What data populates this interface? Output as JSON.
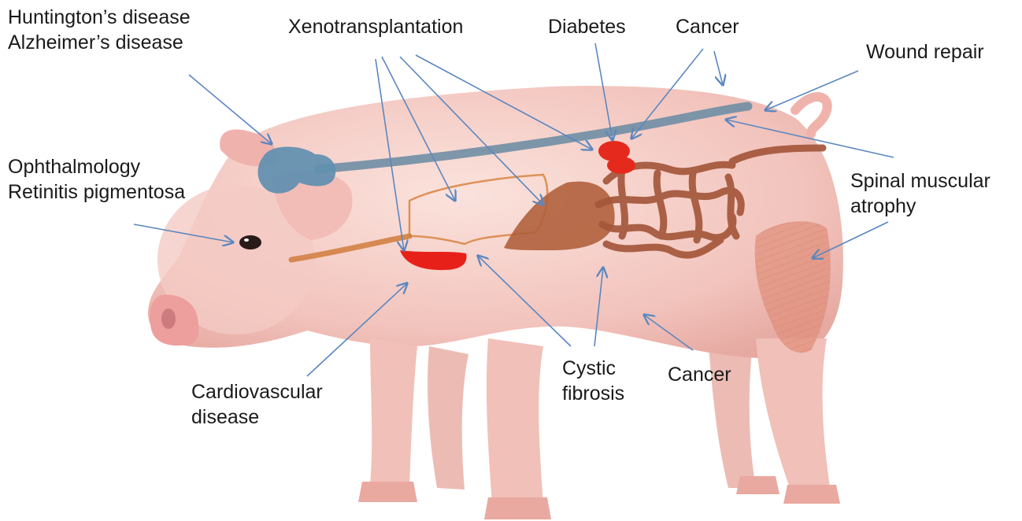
{
  "labels": {
    "neuro": {
      "line1": "Huntington’s disease",
      "line2": "Alzheimer’s disease"
    },
    "xeno": "Xenotransplantation",
    "diabetes": "Diabetes",
    "cancer_top": "Cancer",
    "wound": "Wound repair",
    "ophth": {
      "line1": "Ophthalmology",
      "line2": "Retinitis pigmentosa"
    },
    "sma": {
      "line1": "Spinal muscular",
      "line2": "atrophy"
    },
    "cardio": {
      "line1": "Cardiovascular",
      "line2": "disease"
    },
    "cf": {
      "line1": "Cystic",
      "line2": "fibrosis"
    },
    "cancer_bottom": "Cancer"
  },
  "colors": {
    "arrow": "#5b87c0",
    "skin": "#f2c4bd",
    "brain": "#5f8fb0",
    "spinal_cord": "#6f8ea4",
    "heart": "#e8201a",
    "pancreas": "#e52a1d",
    "intestine": "#a4573b",
    "liver": "#b0613c",
    "lung_outline": "#d98a4a",
    "muscle": "#e0907c"
  }
}
